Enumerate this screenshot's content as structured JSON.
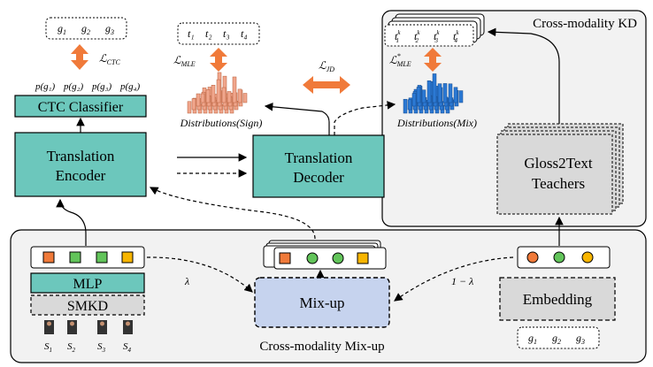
{
  "title_kd": "Cross-modality KD",
  "title_mixup_region": "Cross-modality Mix-up",
  "gloss_seq": {
    "top": [
      "g",
      "g",
      "g"
    ],
    "top_sub": [
      "1",
      "2",
      "3"
    ],
    "bottom": [
      "g",
      "g",
      "g"
    ],
    "bottom_sub": [
      "1",
      "2",
      "3"
    ]
  },
  "ctc_loss": "ℒ",
  "ctc_loss_sub": "CTC",
  "ctc_probs": [
    "p(g₁)",
    "p(g₂)",
    "p(g₃)",
    "p(g₄)"
  ],
  "ctc_classifier": "CTC Classifier",
  "encoder": [
    "Translation",
    "Encoder"
  ],
  "decoder": [
    "Translation",
    "Decoder"
  ],
  "targets_top": [
    "t₁",
    "t₂",
    "t₃",
    "t₄"
  ],
  "mle_loss": "ℒ",
  "mle_loss_sub": "MLE",
  "jd_loss": "ℒ",
  "jd_loss_sub": "JD",
  "mle_star_loss": "ℒ",
  "mle_star_sup": "*",
  "mle_star_sub": "MLE",
  "dist_sign": "Distributions(Sign)",
  "dist_mix": "Distributions(Mix)",
  "teacher_targets": [
    "t",
    "t",
    "t",
    "t"
  ],
  "teacher_sub": [
    "1",
    "2",
    "3",
    "4"
  ],
  "teacher_sup": "k",
  "teachers": [
    "Gloss2Text",
    "Teachers"
  ],
  "mlp": "MLP",
  "smkd": "SMKD",
  "mixup": "Mix-up",
  "embedding": "Embedding",
  "lambda_left": "λ",
  "lambda_right": "1 − λ",
  "sign_frames": [
    "S",
    "S",
    "S",
    "S"
  ],
  "sign_sub": [
    "1",
    "2",
    "3",
    "4"
  ],
  "colors": {
    "teal": "#6cc7bc",
    "orange": "#f07a3a",
    "green": "#62c45a",
    "yellow": "#f7b500",
    "salmon": "#f0a68c",
    "blue": "#2b79d4",
    "mixup_fill": "#c6d3ee",
    "gray_fill": "#d9d9d9",
    "panel_fill": "#f2f2f2"
  }
}
